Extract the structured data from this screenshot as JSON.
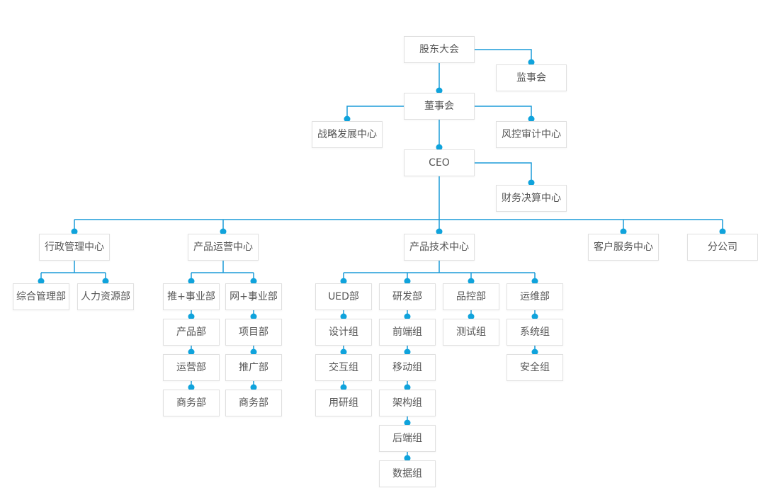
{
  "diagram": {
    "type": "org-chart",
    "colors": {
      "line": "#1b9cd8",
      "dot": "#0fa3dc",
      "node_border": "#e0e0e0",
      "node_background": "#ffffff",
      "node_text": "#555555",
      "background": "#ffffff"
    },
    "nodes": {
      "shareholders_meeting": "股东大会",
      "supervisory_board": "监事会",
      "board_of_directors": "董事会",
      "strategy_dev_center": "战略发展中心",
      "risk_audit_center": "风控审计中心",
      "ceo": "CEO",
      "finance_center": "财务决算中心",
      "admin_center": "行政管理中心",
      "product_ops_center": "产品运营中心",
      "product_tech_center": "产品技术中心",
      "customer_service_center": "客户服务中心",
      "branch_company": "分公司",
      "general_mgmt_dept": "综合管理部",
      "hr_dept": "人力资源部",
      "tui_business_dept": "推+事业部",
      "wang_business_dept": "网+事业部",
      "product_dept": "产品部",
      "project_dept": "项目部",
      "operation_dept": "运营部",
      "promotion_dept": "推广部",
      "business_dept_tui": "商务部",
      "business_dept_wang": "商务部",
      "ued_dept": "UED部",
      "rd_dept": "研发部",
      "qc_dept": "品控部",
      "om_dept": "运维部",
      "design_group": "设计组",
      "frontend_group": "前端组",
      "test_group": "测试组",
      "system_group": "系统组",
      "interaction_group": "交互组",
      "mobile_group": "移动组",
      "security_group": "安全组",
      "user_research_group": "用研组",
      "architecture_group": "架构组",
      "backend_group": "后端组",
      "data_group": "数据组"
    },
    "edges": [
      [
        "股东大会",
        "监事会"
      ],
      [
        "股东大会",
        "董事会"
      ],
      [
        "董事会",
        "战略发展中心"
      ],
      [
        "董事会",
        "风控审计中心"
      ],
      [
        "董事会",
        "CEO"
      ],
      [
        "CEO",
        "财务决算中心"
      ],
      [
        "CEO",
        "行政管理中心"
      ],
      [
        "CEO",
        "产品运营中心"
      ],
      [
        "CEO",
        "产品技术中心"
      ],
      [
        "CEO",
        "客户服务中心"
      ],
      [
        "CEO",
        "分公司"
      ],
      [
        "行政管理中心",
        "综合管理部"
      ],
      [
        "行政管理中心",
        "人力资源部"
      ],
      [
        "产品运营中心",
        "推+事业部"
      ],
      [
        "产品运营中心",
        "网+事业部"
      ],
      [
        "推+事业部",
        "产品部"
      ],
      [
        "产品部",
        "运营部"
      ],
      [
        "运营部",
        "商务部"
      ],
      [
        "网+事业部",
        "项目部"
      ],
      [
        "项目部",
        "推广部"
      ],
      [
        "推广部",
        "商务部"
      ],
      [
        "产品技术中心",
        "UED部"
      ],
      [
        "产品技术中心",
        "研发部"
      ],
      [
        "产品技术中心",
        "品控部"
      ],
      [
        "产品技术中心",
        "运维部"
      ],
      [
        "UED部",
        "设计组"
      ],
      [
        "设计组",
        "交互组"
      ],
      [
        "交互组",
        "用研组"
      ],
      [
        "研发部",
        "前端组"
      ],
      [
        "前端组",
        "移动组"
      ],
      [
        "移动组",
        "架构组"
      ],
      [
        "架构组",
        "后端组"
      ],
      [
        "后端组",
        "数据组"
      ],
      [
        "品控部",
        "测试组"
      ],
      [
        "运维部",
        "系统组"
      ],
      [
        "系统组",
        "安全组"
      ]
    ]
  }
}
